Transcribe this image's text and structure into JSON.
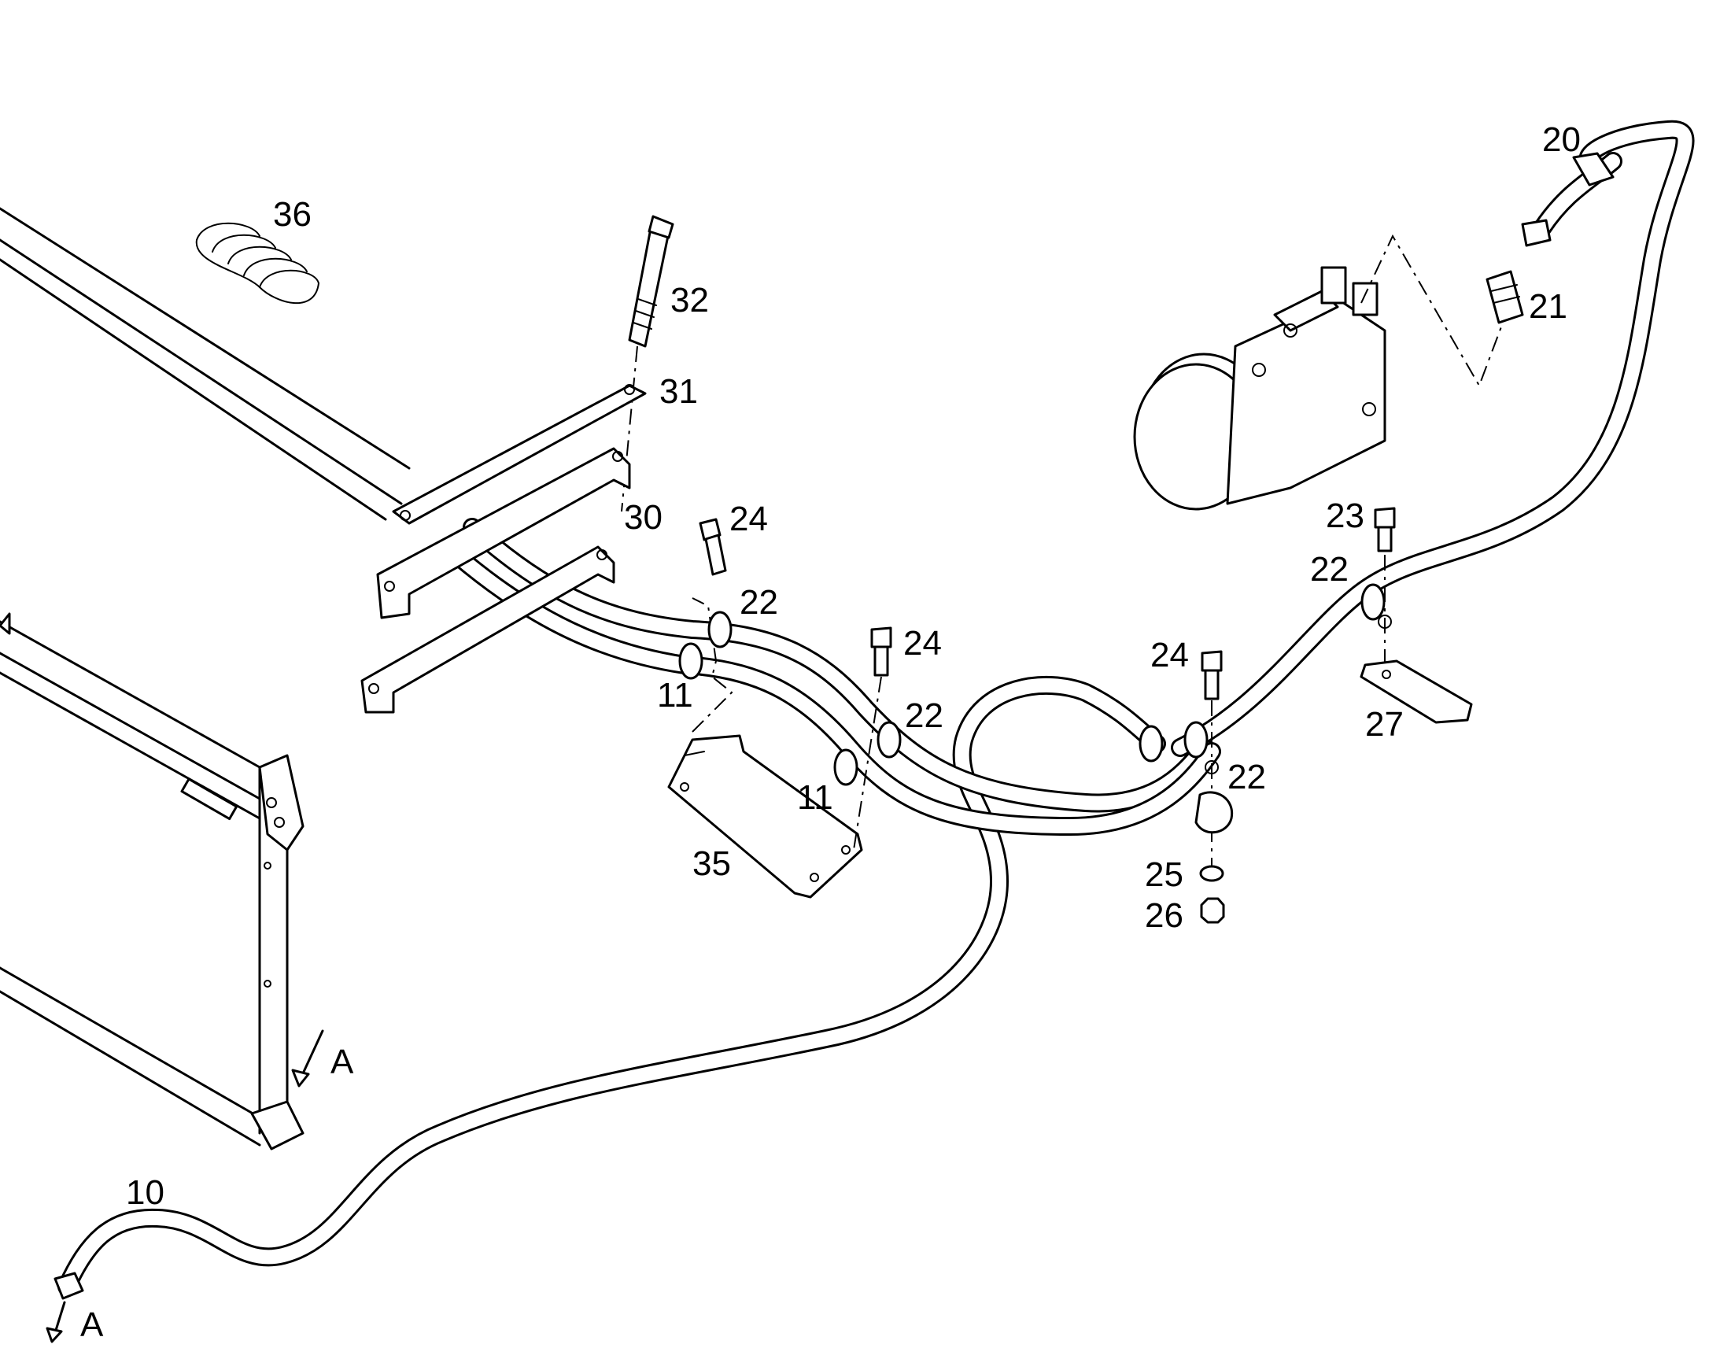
{
  "callouts": {
    "c10": "10",
    "c11a": "11",
    "c11b": "11",
    "c20": "20",
    "c21": "21",
    "c22a": "22",
    "c22b": "22",
    "c22c": "22",
    "c22d": "22",
    "c23": "23",
    "c24a": "24",
    "c24b": "24",
    "c24c": "24",
    "c25": "25",
    "c26": "26",
    "c27": "27",
    "c30": "30",
    "c31": "31",
    "c32": "32",
    "c35": "35",
    "c36": "36",
    "arrowA1": "A",
    "arrowA2": "A"
  }
}
